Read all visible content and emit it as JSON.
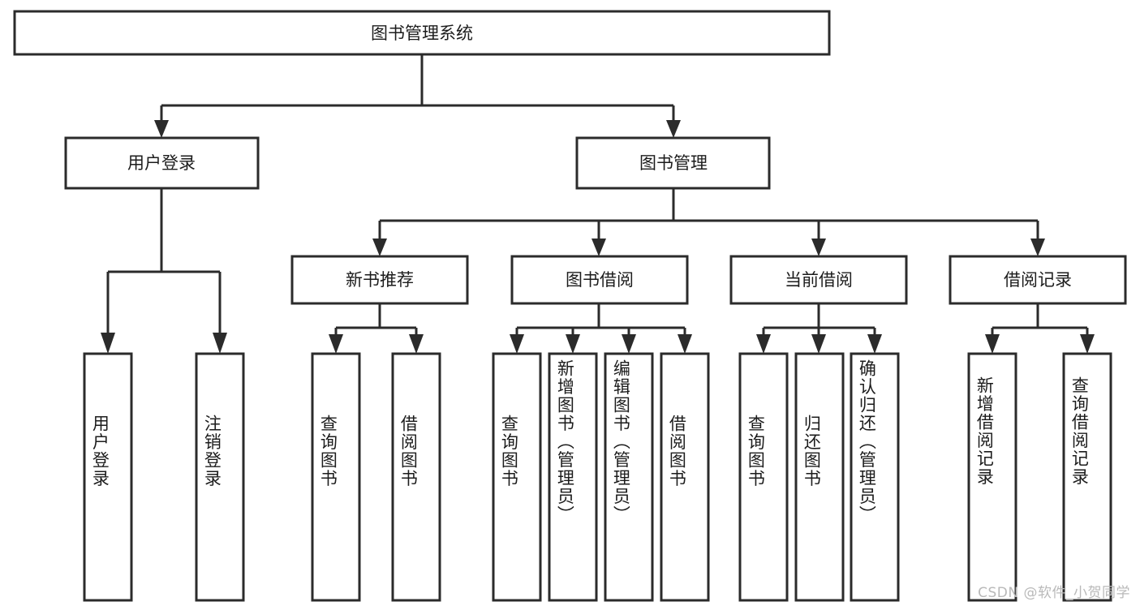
{
  "diagram": {
    "title": "图书管理系统",
    "type": "tree",
    "orientation": "top-down",
    "colors": {
      "box_fill": "#ffffff",
      "box_stroke": "#2b2b2b",
      "text": "#1c1c1c",
      "connector": "#2b2b2b",
      "background": "#ffffff",
      "watermark": "#b9b9b9"
    },
    "root": {
      "label": "图书管理系统"
    },
    "level2": [
      {
        "label": "用户登录"
      },
      {
        "label": "图书管理"
      }
    ],
    "level3": [
      {
        "label": "新书推荐"
      },
      {
        "label": "图书借阅"
      },
      {
        "label": "当前借阅"
      },
      {
        "label": "借阅记录"
      }
    ],
    "leaves": {
      "user_login": [
        {
          "label": "用户登录"
        },
        {
          "label": "注销登录"
        }
      ],
      "new_book_recommend": [
        {
          "label": "查询图书"
        },
        {
          "label": "借阅图书"
        }
      ],
      "book_borrow": [
        {
          "label": "查询图书"
        },
        {
          "label": "新增图书（管理员）"
        },
        {
          "label": "编辑图书（管理员）"
        },
        {
          "label": "借阅图书"
        }
      ],
      "current_borrow": [
        {
          "label": "查询图书"
        },
        {
          "label": "归还图书"
        },
        {
          "label": "确认归还（管理员）"
        }
      ],
      "borrow_record": [
        {
          "label": "新增借阅记录"
        },
        {
          "label": "查询借阅记录"
        }
      ]
    },
    "watermark": "CSDN @软件_小贺同学"
  }
}
